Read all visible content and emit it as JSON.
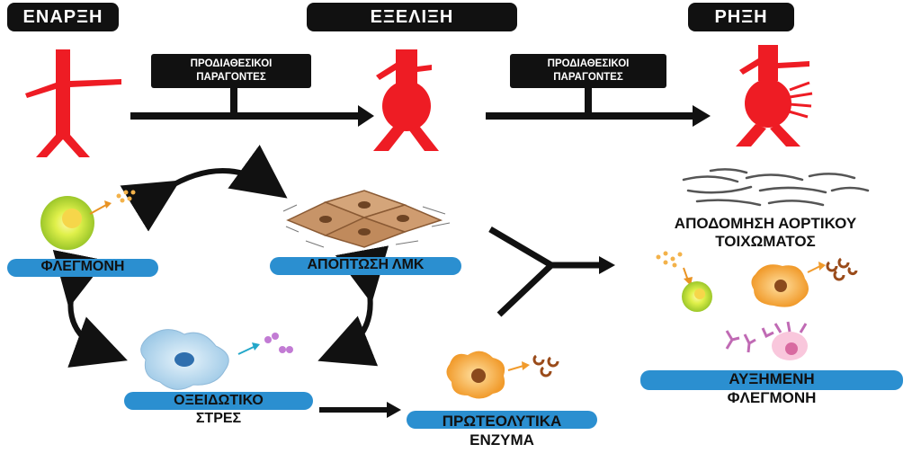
{
  "stages": {
    "onset": "ΕΝΑΡΞΗ",
    "progression": "ΕΞΕΛΙΞΗ",
    "rupture": "ΡΗΞΗ"
  },
  "factors": {
    "first": [
      "ΠΡΟΔΙΑΘΕΣΙΚΟΙ",
      "ΠΑΡΑΓΟΝΤΕΣ"
    ],
    "second": [
      "ΠΡΟΔΙΑΘΕΣΙΚΟΙ",
      "ΠΑΡΑΓΟΝΤΕΣ"
    ]
  },
  "mechanisms": {
    "inflammation": "ΦΛΕΓΜΟΝΗ",
    "smc_apoptosis": "ΑΠΟΠΤΩΣΗ ΛΜΚ",
    "oxidative_stress": [
      "ΟΞΕΙΔΩΤΙΚΟ",
      "ΣΤΡΕΣ"
    ],
    "proteolytic_enzymes": [
      "ΠΡΩΤΕΟΛΥΤΙΚΑ",
      "ΕΝΖΥΜΑ"
    ]
  },
  "outcomes": {
    "wall_degradation": [
      "ΑΠΟΔΟΜΗΣΗ ΑΟΡΤΙΚΟΥ",
      "ΤΟΙΧΩΜΑΤΟΣ"
    ],
    "increased_inflammation": [
      "ΑΥΞΗΜΕΝΗ",
      "ΦΛΕΓΜΟΝΗ"
    ]
  },
  "colors": {
    "stage_bg": "#111111",
    "pill_blue": "#2b8fd0",
    "aorta_red": "#ee1c24",
    "arrow": "#111111"
  }
}
